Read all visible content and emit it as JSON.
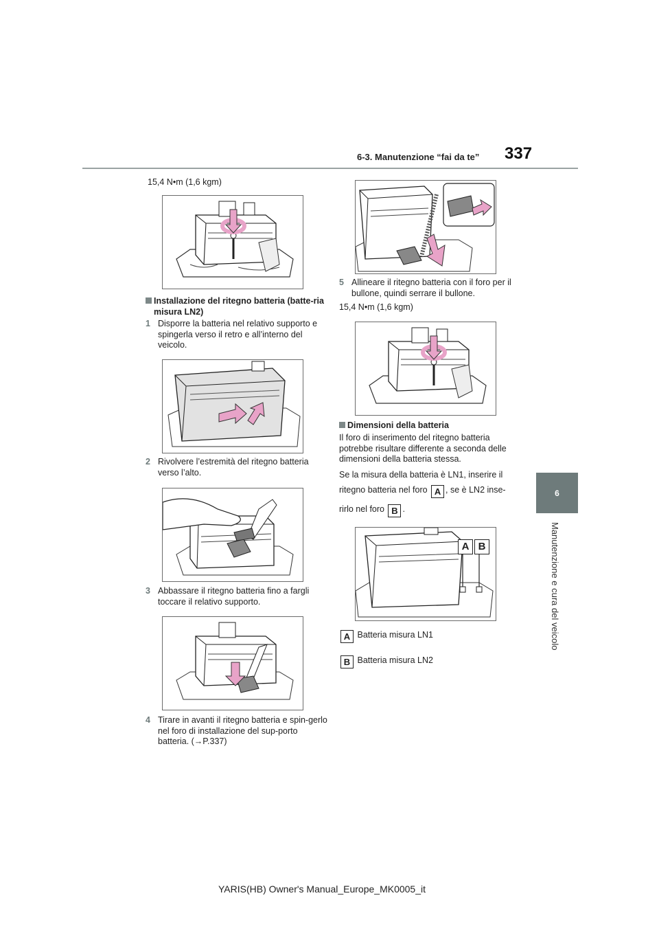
{
  "header": {
    "section_title": "6-3. Manutenzione “fai da te”",
    "page_number": "337"
  },
  "side_tab": {
    "chapter_number": "6",
    "chapter_label": "Manutenzione e cura del veicolo"
  },
  "left_column": {
    "torque_1": "15,4 N•m (1,6 kgm)",
    "section_heading": "Installazione del ritegno batteria (batte-ria misura LN2)",
    "step1_num": "1",
    "step1_text": "Disporre la batteria nel relativo supporto e spingerla verso il retro e all’interno del veicolo.",
    "step2_num": "2",
    "step2_text": "Rivolvere l’estremità del ritegno batteria verso l’alto.",
    "step3_num": "3",
    "step3_text": "Abbassare il ritegno batteria fino a fargli toccare il relativo supporto.",
    "step4_num": "4",
    "step4_text": "Tirare in avanti il ritegno batteria e spin-gerlo nel foro di installazione del sup-porto batteria. (→P.337)"
  },
  "right_column": {
    "step5_num": "5",
    "step5_text": "Allineare il ritegno batteria con il foro per il bullone, quindi serrare il bullone.",
    "torque_2": "15,4 N•m (1,6 kgm)",
    "dim_heading": "Dimensioni della batteria",
    "dim_para1": "Il foro di inserimento del ritegno batteria potrebbe risultare differente a seconda delle dimensioni della batteria stessa.",
    "dim_para2_a": "Se la misura della batteria è LN1, inserire il",
    "dim_para2_b": "ritegno batteria nel foro",
    "dim_para2_c": ", se è LN2 inse-",
    "dim_para2_d": "rirlo nel foro",
    "dim_para2_e": ".",
    "label_a": "A",
    "label_b": "B",
    "legend_a": "Batteria misura LN1",
    "legend_b": "Batteria misura LN2"
  },
  "footer": {
    "manual_id": "YARIS(HB) Owner's Manual_Europe_MK0005_it"
  },
  "colors": {
    "accent_gray": "#6e7b7b",
    "arrow_pink": "#e8a3c8",
    "rule_gray": "#9aa3a3"
  }
}
